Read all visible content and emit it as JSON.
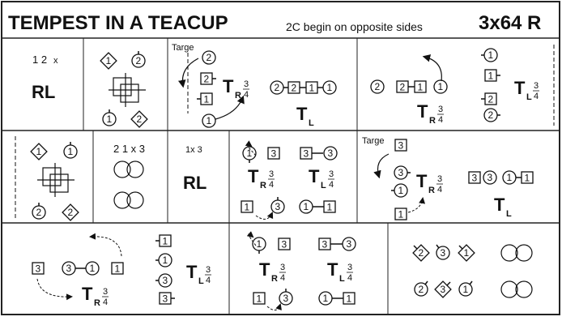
{
  "header": {
    "title": "TEMPEST IN A TEACUP",
    "subtitle": "2C begin on opposite sides",
    "format": "3x64 R"
  },
  "labels": {
    "bars_12": "1 2",
    "bars_12_x": "x",
    "rl": "RL",
    "bars_213": "2 1 x 3",
    "bars_1x3": "1x 3",
    "targe": "Targe",
    "T": "T",
    "R": "R",
    "L": "L",
    "frac": "3/4",
    "frac_num": "3",
    "frac_den": "4",
    "n1": "1",
    "n2": "2",
    "n3": "3"
  },
  "colors": {
    "line": "#111111",
    "background": "#ffffff",
    "border": "#222222"
  }
}
